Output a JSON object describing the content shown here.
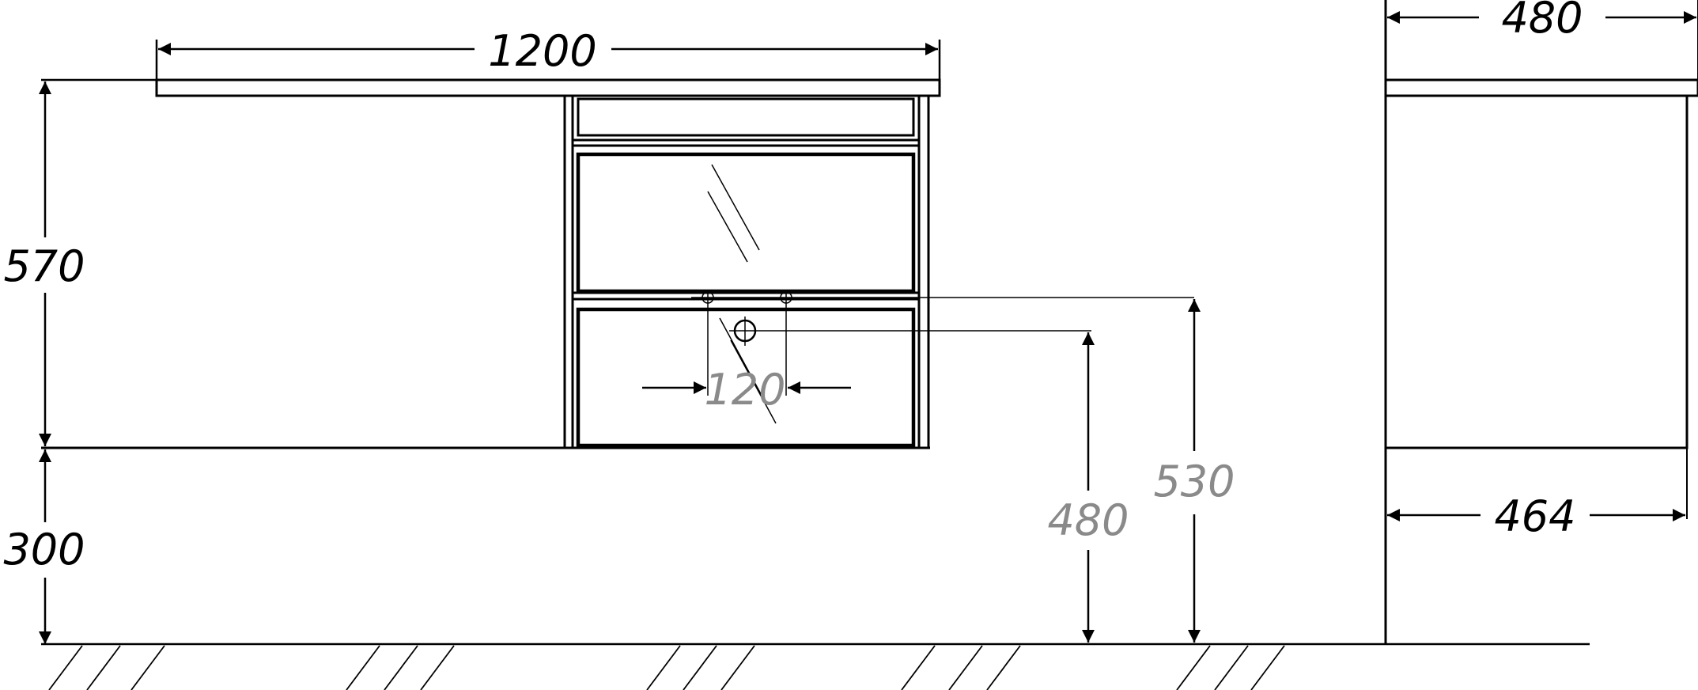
{
  "dimensions": {
    "width_total": "1200",
    "height_cabinet": "570",
    "height_mount": "300",
    "pipe_spacing": "120",
    "drain_height": "480",
    "supply_height": "530",
    "depth_top": "480",
    "depth_body": "464"
  },
  "colors": {
    "line": "#000000",
    "secondary": "#8a8a8a",
    "background": "#ffffff"
  }
}
